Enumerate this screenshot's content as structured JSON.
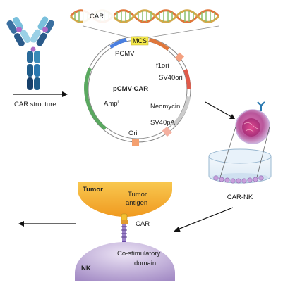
{
  "dna_label": "CAR",
  "car_structure_label": "CAR structure",
  "plasmid": {
    "name": "pCMV-CAR",
    "mcs": "MCS",
    "pcmv": "PCMV",
    "f1ori": "f1ori",
    "sv40ori": "SV40ori",
    "amp_base": "Amp",
    "amp_sup": "r",
    "neomycin": "Neomycin",
    "sv40pa": "SV40pA",
    "ori": "Ori"
  },
  "car_nk_label": "CAR-NK",
  "synapse": {
    "tumor": "Tumor",
    "tumor_antigen_1": "Tumor",
    "tumor_antigen_2": "antigen",
    "car": "CAR",
    "nk": "NK",
    "costim_1": "Co-stimulatory",
    "costim_2": "domain"
  },
  "colors": {
    "antibody_dark": "#1f5c8a",
    "antibody_light": "#6fb8d8",
    "tumor": "#f4b43a",
    "nk": "#b39ad0",
    "green": "#5aa860",
    "orange": "#e0763a",
    "blue": "#4a7fe0",
    "yellow": "#f4e84a",
    "pink": "#d94a8a"
  }
}
